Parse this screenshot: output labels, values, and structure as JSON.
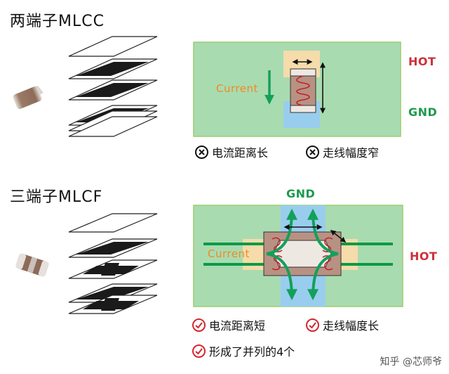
{
  "mlcc": {
    "title": "两端子MLCC",
    "hot_label": "HOT",
    "gnd_label": "GND",
    "current_label": "Current",
    "notes": [
      "电流距离长",
      "走线幅度窄"
    ]
  },
  "mlcf": {
    "title": "三端子MLCF",
    "hot_label": "HOT",
    "gnd_label": "GND",
    "current_label": "Current",
    "notes": [
      "电流距离短",
      "走线幅度长",
      "形成了并列的4个"
    ]
  },
  "watermark": "知乎 @芯师爷",
  "colors": {
    "board": "#a9dbb0",
    "trace": "#0c9a47",
    "arrow_green": "#13a05a",
    "pad": "#f5dcaa",
    "gnd_pad": "#99cdee",
    "chip": "#b79283",
    "hot_text": "#cf2f3a",
    "gnd_text": "#1c9a50",
    "current_text": "#f08a22",
    "check": "#d3272f"
  },
  "icons": {
    "x_mark": "x-circle-icon",
    "check_mark": "check-circle-icon"
  }
}
